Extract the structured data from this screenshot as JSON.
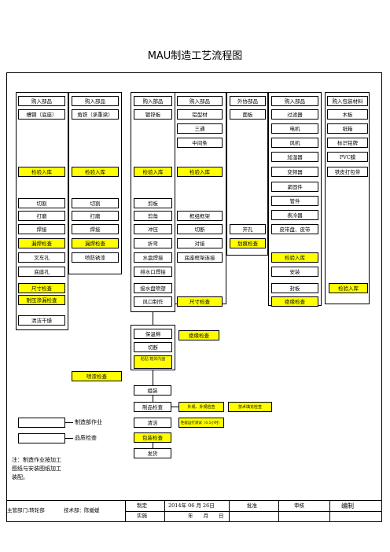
{
  "title": "MAU制造工艺流程图",
  "columns": [
    {
      "items": [
        "购入部品",
        "槽钢（底座）"
      ],
      "check": "检验入库",
      "process": [
        "切割",
        "打磨",
        "焊接",
        "漏焊检查",
        "叉车孔",
        "底座孔",
        "尺寸检查",
        "耐压渗漏检查",
        "清洁干燥"
      ]
    },
    {
      "items": [
        "购入部品",
        "角铁（承重梁）"
      ],
      "check": "检验入库",
      "process": [
        "切割",
        "打磨",
        "焊接",
        "漏焊检查",
        "喷防锈漆"
      ]
    },
    {
      "items": [
        "购入部品",
        "镀锌板"
      ],
      "check": "检验入库",
      "process": [
        "剪板",
        "剪角",
        "冲压",
        "折弯",
        "水盘焊接",
        "排水口焊接",
        "接水盘喷塑",
        "风口制作"
      ]
    },
    {
      "items": [
        "购入部品",
        "铝型材",
        "三通",
        "中间条"
      ],
      "check": "检验入库",
      "process": [
        "框组框架",
        "切断",
        "对接",
        "底座框架连接"
      ],
      "dim_check": "尺寸检查"
    },
    {
      "items": [
        "外协部品",
        "面板"
      ],
      "process": [
        "开孔",
        "划痕检查"
      ]
    },
    {
      "items": [
        "购入部品",
        "过滤器",
        "电机",
        "风机",
        "加湿器",
        "变频器",
        "紧固件",
        "管件",
        "表冷器",
        "皮带盘、皮带"
      ],
      "check": "检验入库",
      "process": [
        "安装",
        "封板",
        "绝缘检查"
      ]
    },
    {
      "items": [
        "购入包装材料",
        "木板",
        "纸箱",
        "标识铭牌",
        "PVC膜",
        "铁皮打包带"
      ],
      "check": "检验入库"
    }
  ],
  "insulation": [
    "保温棉",
    "切断",
    "粘贴",
    "箱体内面",
    "绝缘检查"
  ],
  "spray_check": "喷漆检查",
  "assembly": [
    "组装",
    "制品检查",
    "清洁",
    "包装检查",
    "发货"
  ],
  "product_checks": [
    "外观、外观检查",
    "技术填充检查",
    "性能运行测试（0.5小时）"
  ],
  "legend": {
    "manufacture": "制造部作业",
    "quality": "品质检查"
  },
  "note": "注：制造作业按加工图纸与安装图纸加工装配。",
  "footer": {
    "dept": "主管部门:转轮部",
    "tech": "技术部：陈媛媛",
    "made": "制定",
    "impl": "实施",
    "date": "2014年 06 月 26日",
    "date2": "年　　月　　日",
    "approve": "批准",
    "review": "审核",
    "edit": "编制"
  }
}
